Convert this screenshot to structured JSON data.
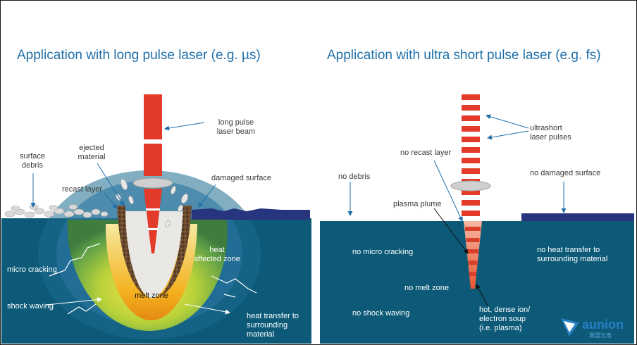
{
  "left": {
    "title": "Application with long pulse laser (e.g. µs)",
    "labels": {
      "long_pulse": "long pulse\nlaser beam",
      "ejected": "ejected\nmaterial",
      "surface_debris": "surface\ndebris",
      "recast": "recast layer",
      "damaged": "damaged surface",
      "micro": "micro cracking",
      "heat_zone": "heat\naffected zone",
      "melt": "melt zone",
      "shock": "shock waving",
      "heat_transfer": "heat transfer to\nsurrounding\nmaterial"
    }
  },
  "right": {
    "title": "Application with ultra short pulse laser (e.g. fs)",
    "labels": {
      "ultrashort": "ultrashort\nlaser pulses",
      "no_recast": "no recast layer",
      "no_debris": "no debris",
      "no_damaged": "no damaged surface",
      "plasma_plume": "plasma plume",
      "no_micro": "no micro cracking",
      "no_heat": "no heat transfer to\nsurrounding material",
      "no_melt": "no melt zone",
      "no_shock": "no shock waving",
      "hot": "hot, dense ion/\nelectron soup\n(i.e. plasma)"
    }
  },
  "logo": {
    "text": "aunion",
    "sub": "翼盟光电"
  },
  "colors": {
    "material": "#0c5a78",
    "laser": "#e33a2a",
    "title": "#1f6fa8",
    "arrow": "#1f6fa8"
  }
}
